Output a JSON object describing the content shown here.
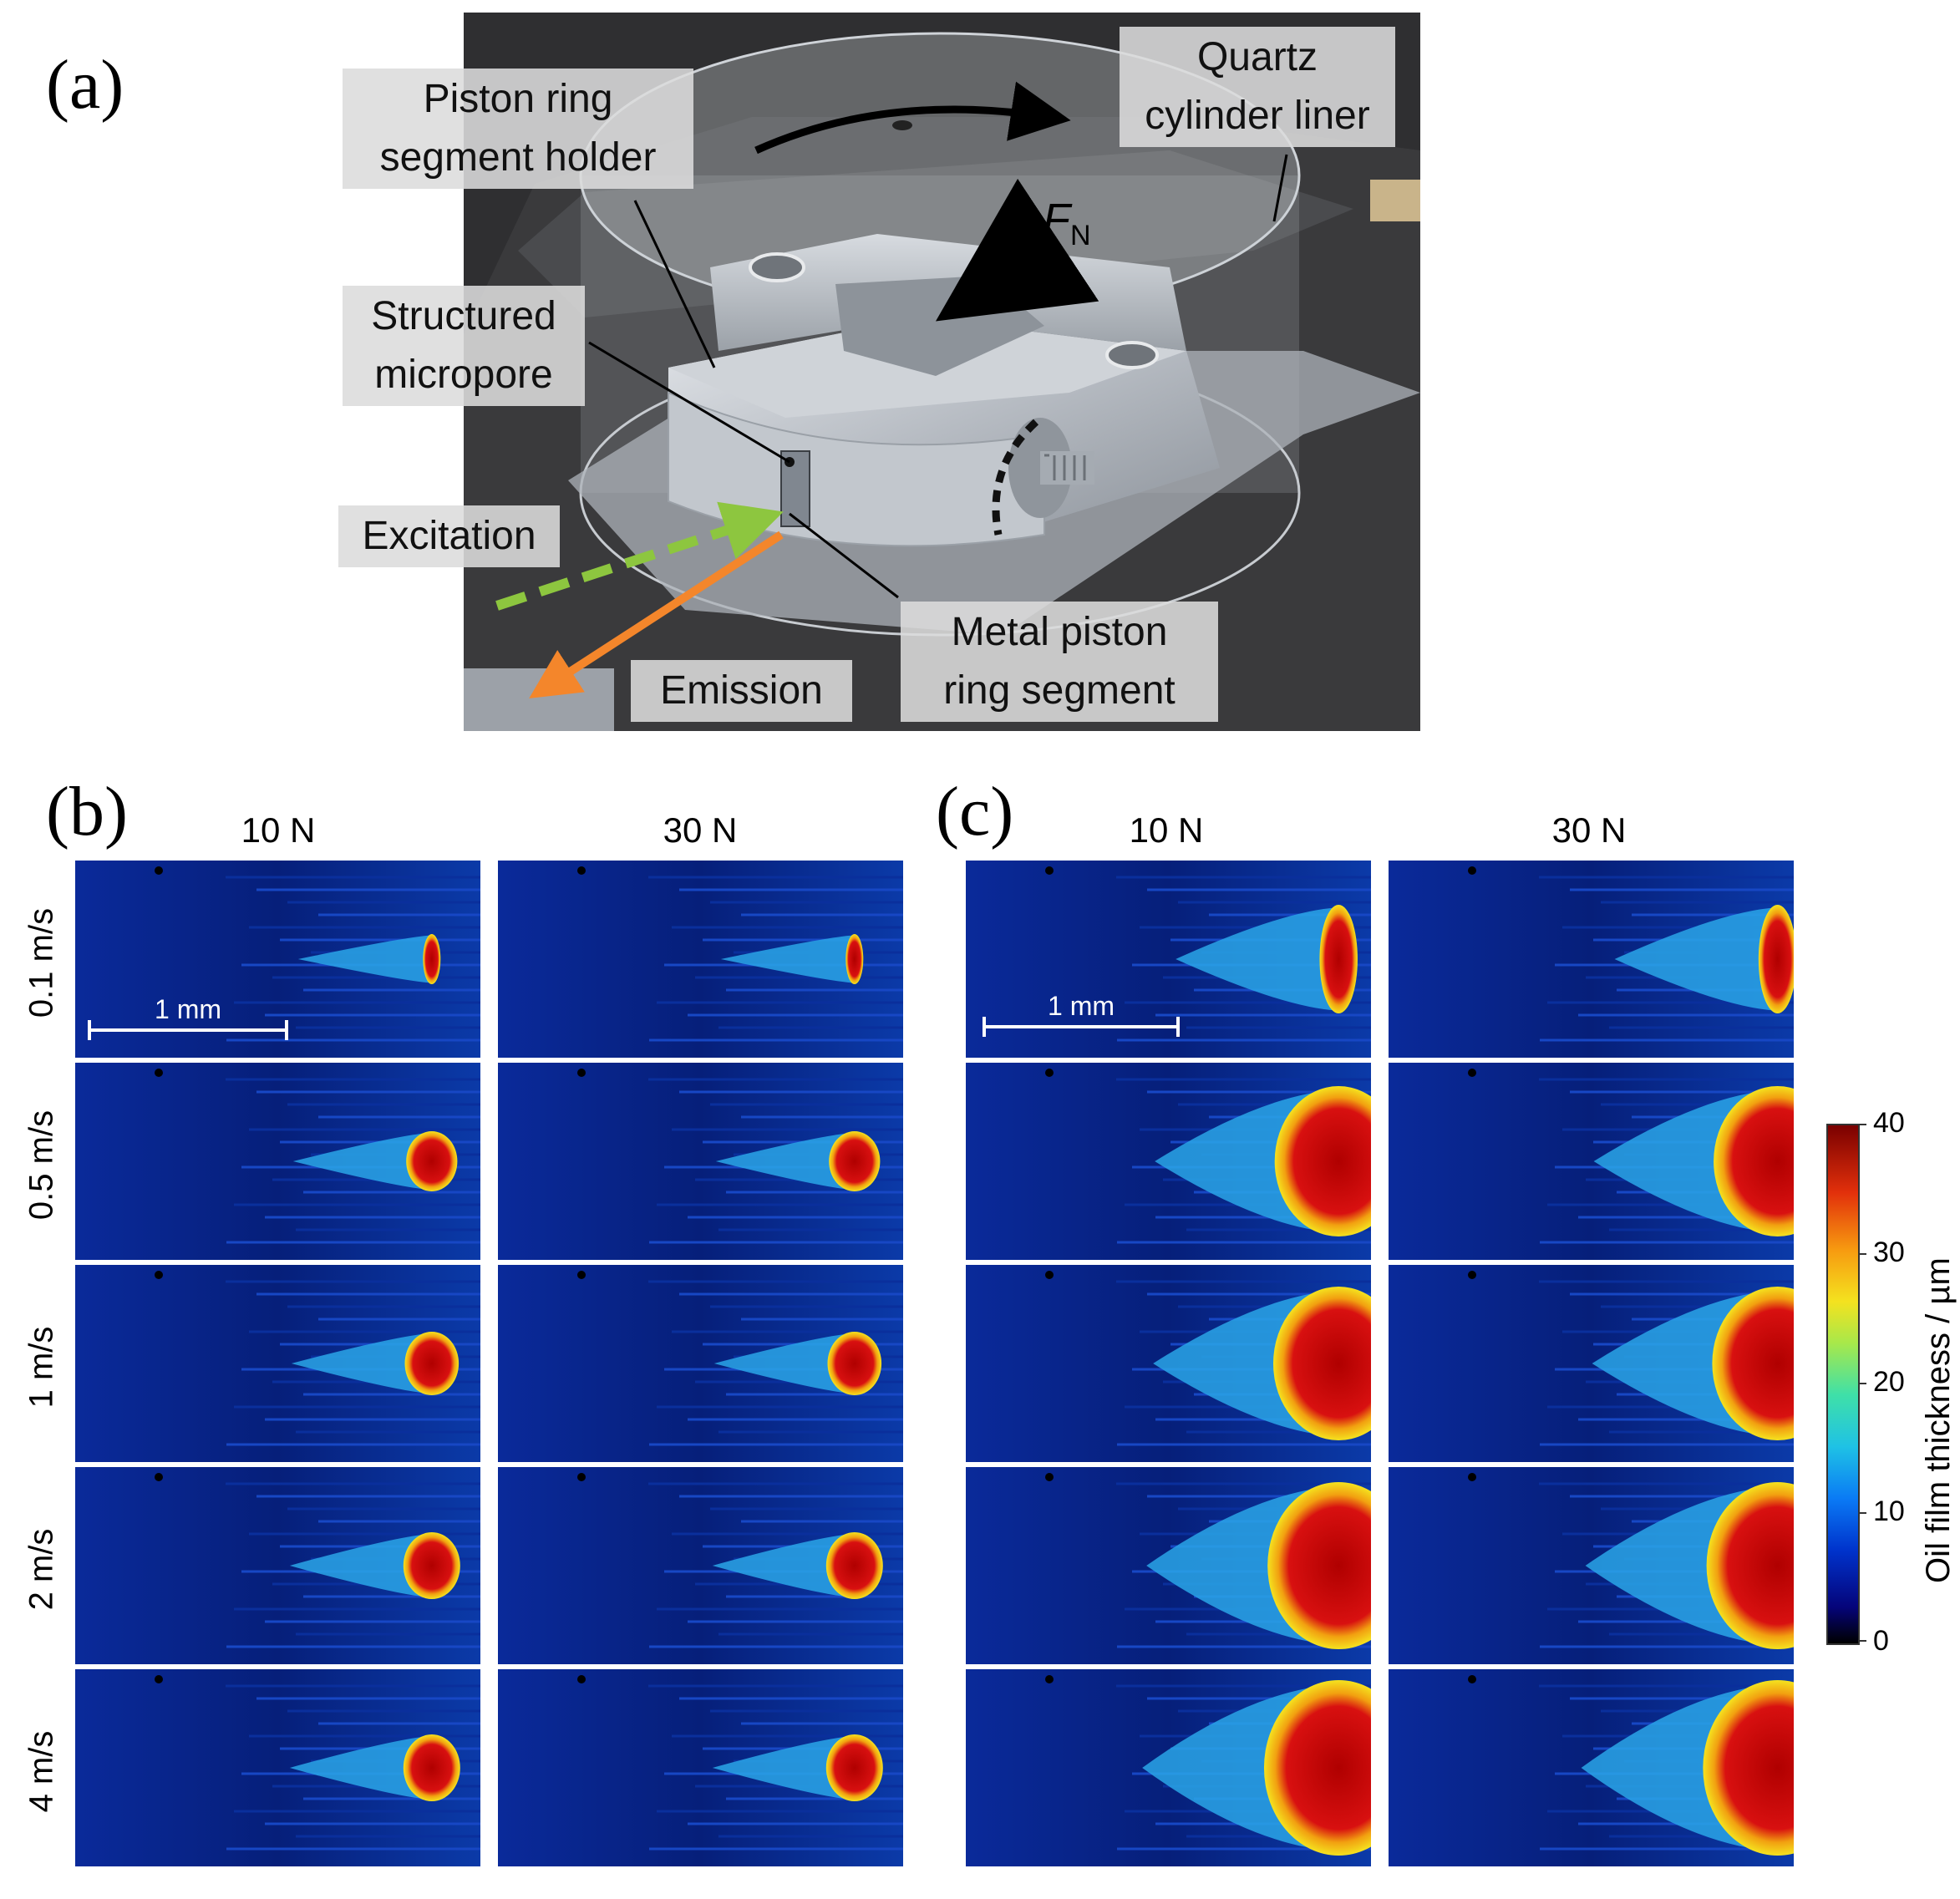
{
  "panel_a": {
    "label": "(a)",
    "callouts": {
      "holder": [
        "Piston ring",
        "segment holder"
      ],
      "quartz": [
        "Quartz",
        "cylinder liner"
      ],
      "micropore": [
        "Structured",
        "micropore"
      ],
      "excitation": "Excitation",
      "emission": "Emission",
      "metal_ring": [
        "Metal piston",
        "ring segment"
      ],
      "force_symbol": "F",
      "force_subscript": "N"
    }
  },
  "panel_b": {
    "label": "(b)",
    "columns": [
      "10 N",
      "30 N"
    ],
    "rows": [
      "0.1 m/s",
      "0.5 m/s",
      "1 m/s",
      "2 m/s",
      "4 m/s"
    ],
    "scale_bar": "1 mm"
  },
  "panel_c": {
    "label": "(c)",
    "columns": [
      "10 N",
      "30 N"
    ],
    "scale_bar": "1 mm"
  },
  "colorbar": {
    "title": "Oil film thickness / µm",
    "ticks": [
      "40",
      "30",
      "20",
      "10",
      "0"
    ],
    "range": [
      0,
      40
    ],
    "colormap": "jet"
  }
}
